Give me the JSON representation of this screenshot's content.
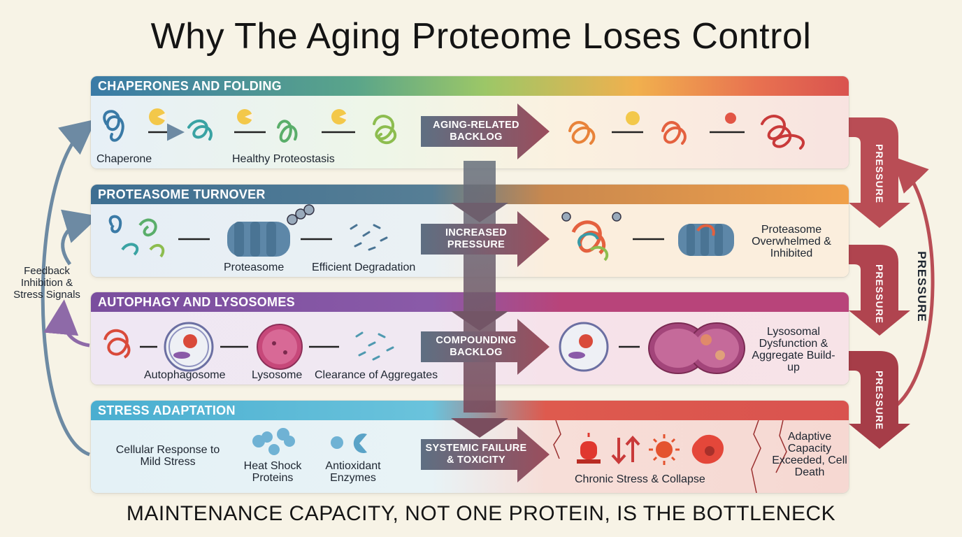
{
  "title": "Why The Aging Proteome Loses Control",
  "footer": "MAINTENANCE CAPACITY, NOT ONE PROTEIN, IS THE BOTTLENECK",
  "feedback_label": "Feedback Inhibition & Stress Signals",
  "pressure_main": "PRESSURE",
  "side_pressure": [
    "PRESSURE",
    "PRESSURE",
    "PRESSURE"
  ],
  "rows": [
    {
      "header": "CHAPERONES AND FOLDING",
      "labels": [
        "Chaperone",
        "Healthy Proteostasis"
      ],
      "arrow": "AGING-RELATED BACKLOG",
      "outcome": ""
    },
    {
      "header": "PROTEASOME TURNOVER",
      "labels": [
        "Proteasome",
        "Efficient Degradation"
      ],
      "arrow": "INCREASED PRESSURE",
      "outcome": "Proteasome Overwhelmed & Inhibited"
    },
    {
      "header": "AUTOPHAGY AND LYSOSOMES",
      "labels": [
        "Autophagosome",
        "Lysosome",
        "Clearance of Aggregates"
      ],
      "arrow": "COMPOUNDING BACKLOG",
      "outcome": "Lysosomal Dysfunction & Aggregate Build-up"
    },
    {
      "header": "STRESS ADAPTATION",
      "labels": [
        "Cellular Response to Mild Stress",
        "Heat Shock Proteins",
        "Antioxidant Enzymes",
        "Chronic Stress & Collapse"
      ],
      "arrow": "SYSTEMIC FAILURE & TOXICITY",
      "outcome": "Adaptive Capacity Exceeded, Cell Death"
    }
  ],
  "colors": {
    "blue": "#3a7aa6",
    "green": "#7fbf6a",
    "orange": "#f0a04a",
    "red": "#d9534f",
    "purple": "#8a5aa8",
    "magenta": "#b8447a",
    "cyan": "#5ab8d6",
    "arrow": "#7a4a5c"
  }
}
